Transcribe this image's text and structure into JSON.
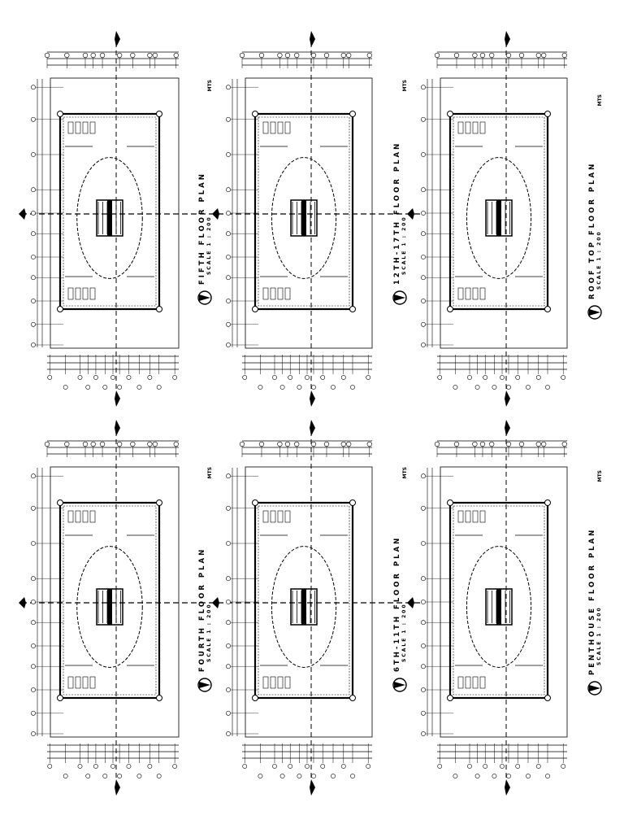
{
  "sheet": {
    "plans": [
      {
        "id": "fifth",
        "title": "FIFTH FLOOR PLAN",
        "scale": "SCALE 1 : 200",
        "unit": "MTS"
      },
      {
        "id": "12th-17th",
        "title": "12TH-17TH FLOOR PLAN",
        "scale": "SCALE 1 : 200",
        "unit": "MTS"
      },
      {
        "id": "roof-top",
        "title": "ROOF TOP FLOOR PLAN",
        "scale": "SCALE 1 : 200",
        "unit": "MTS"
      },
      {
        "id": "fourth",
        "title": "FOURTH FLOOR PLAN",
        "scale": "SCALE 1 : 200",
        "unit": "MTS"
      },
      {
        "id": "6th-11th",
        "title": "6TH-11TH FLOOR PLAN",
        "scale": "SCALE 1 : 200",
        "unit": "MTS"
      },
      {
        "id": "penthouse",
        "title": "PENTHOUSE FLOOR PLAN",
        "scale": "SCALE 1 : 200",
        "unit": "MTS"
      }
    ],
    "line_color": "#000000",
    "background": "#ffffff"
  }
}
